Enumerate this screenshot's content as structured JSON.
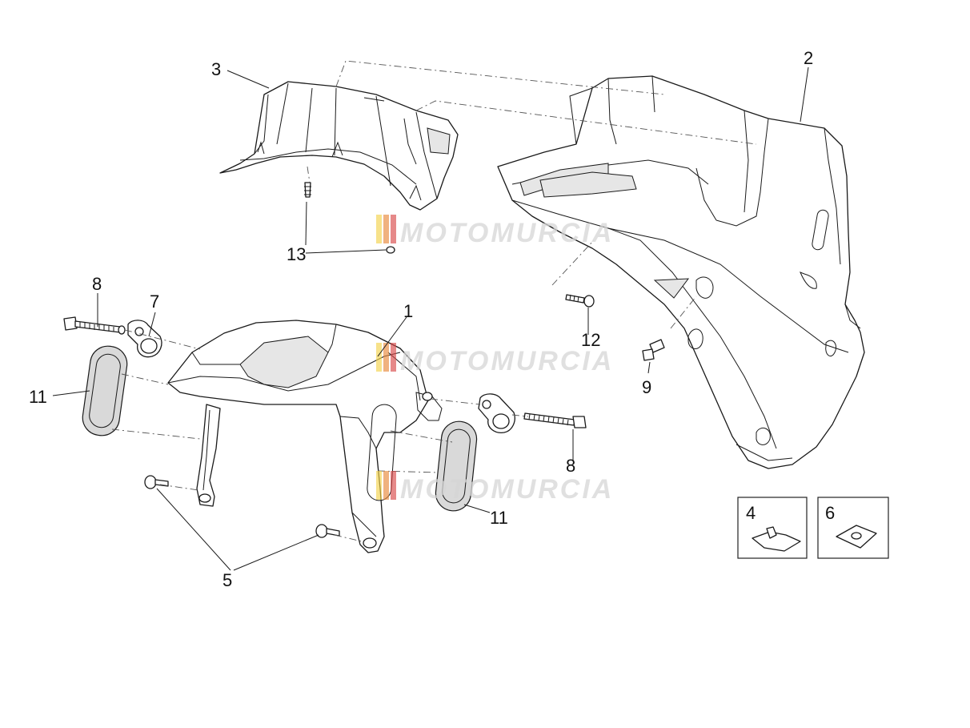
{
  "watermark": {
    "text": "MOTOMURCIA",
    "stripe_colors": [
      "#f3d24c",
      "#e8893b",
      "#d94a4a"
    ]
  },
  "callouts": [
    {
      "id": "callout-1",
      "label": "1"
    },
    {
      "id": "callout-2",
      "label": "2"
    },
    {
      "id": "callout-3",
      "label": "3"
    },
    {
      "id": "callout-4",
      "label": "4"
    },
    {
      "id": "callout-5",
      "label": "5"
    },
    {
      "id": "callout-6",
      "label": "6"
    },
    {
      "id": "callout-7",
      "label": "7"
    },
    {
      "id": "callout-8a",
      "label": "8"
    },
    {
      "id": "callout-8b",
      "label": "8"
    },
    {
      "id": "callout-9",
      "label": "9"
    },
    {
      "id": "callout-11a",
      "label": "11"
    },
    {
      "id": "callout-11b",
      "label": "11"
    },
    {
      "id": "callout-12",
      "label": "12"
    },
    {
      "id": "callout-13",
      "label": "13"
    }
  ]
}
